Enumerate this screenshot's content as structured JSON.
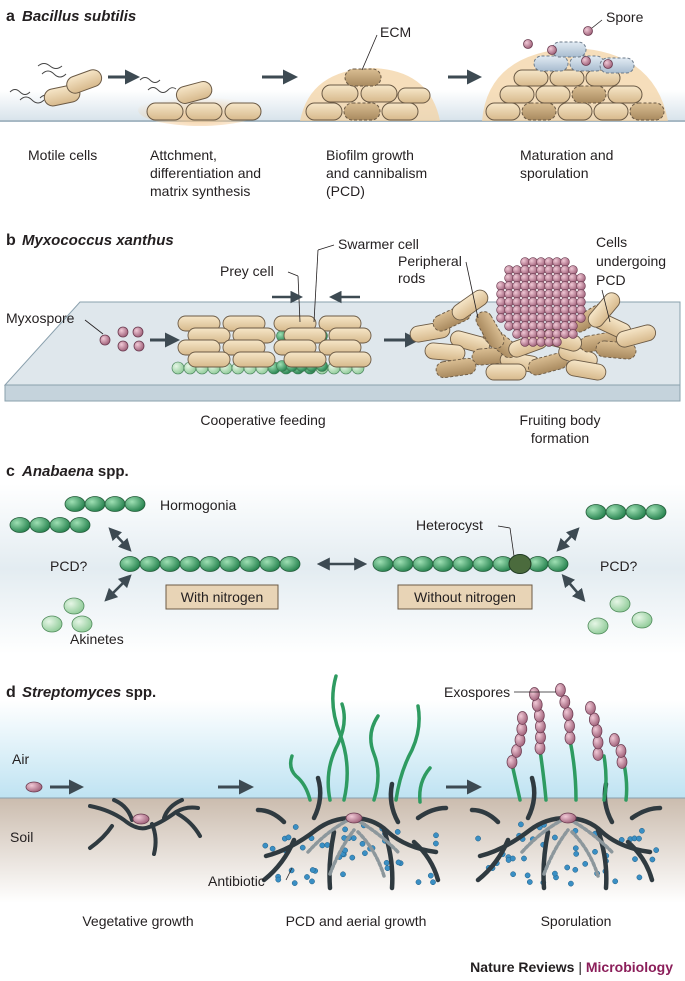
{
  "panels": {
    "a": {
      "letter": "a",
      "organism": "Bacillus subtilis",
      "labels": {
        "ecm": "ECM",
        "spore": "Spore"
      },
      "stages": [
        [
          "Motile cells"
        ],
        [
          "Attchment,",
          "differentiation and",
          "matrix synthesis"
        ],
        [
          "Biofilm growth",
          "and cannibalism",
          "(PCD)"
        ],
        [
          "Maturation and",
          "sporulation"
        ]
      ]
    },
    "b": {
      "letter": "b",
      "organism": "Myxococcus xanthus",
      "labels": {
        "swarmer": "Swarmer cell",
        "prey": "Prey cell",
        "myxospore": "Myxospore",
        "peripheral": [
          "Peripheral",
          "rods"
        ],
        "pcd": [
          "Cells",
          "undergoing",
          "PCD"
        ]
      },
      "stages": [
        [
          "Cooperative feeding"
        ],
        [
          "Fruiting body",
          "formation"
        ]
      ]
    },
    "c": {
      "letter": "c",
      "organism": "Anabaena",
      "suffix": " spp.",
      "labels": {
        "hormogonia": "Hormogonia",
        "heterocyst": "Heterocyst",
        "pcd_left": "PCD?",
        "pcd_right": "PCD?",
        "akinetes": "Akinetes",
        "with_n": "With nitrogen",
        "without_n": "Without nitrogen"
      }
    },
    "d": {
      "letter": "d",
      "organism": "Streptomyces",
      "suffix": " spp.",
      "labels": {
        "exospores": "Exospores",
        "air": "Air",
        "soil": "Soil",
        "antibiotic": "Antibiotic"
      },
      "stages": [
        [
          "Vegetative growth"
        ],
        [
          "PCD and aerial growth"
        ],
        [
          "Sporulation"
        ]
      ]
    }
  },
  "footer": {
    "journal": "Nature Reviews",
    "separator": " | ",
    "section": "Microbiology"
  },
  "colors": {
    "cell_tan": "#e9d2ac",
    "cell_tan_dark": "#c9a77a",
    "cell_stroke": "#6b5a45",
    "spore_pink": "#c98c9c",
    "spore_fill": "#b5798f",
    "green_cell": "#3aa66b",
    "green_light": "#a9d9b0",
    "heterocyst": "#4b6b3d",
    "hypha": "#2f3a40",
    "aerial_green": "#2e9b61",
    "blue_dot": "#3a8fc4",
    "journal_accent": "#8b1e5a"
  }
}
